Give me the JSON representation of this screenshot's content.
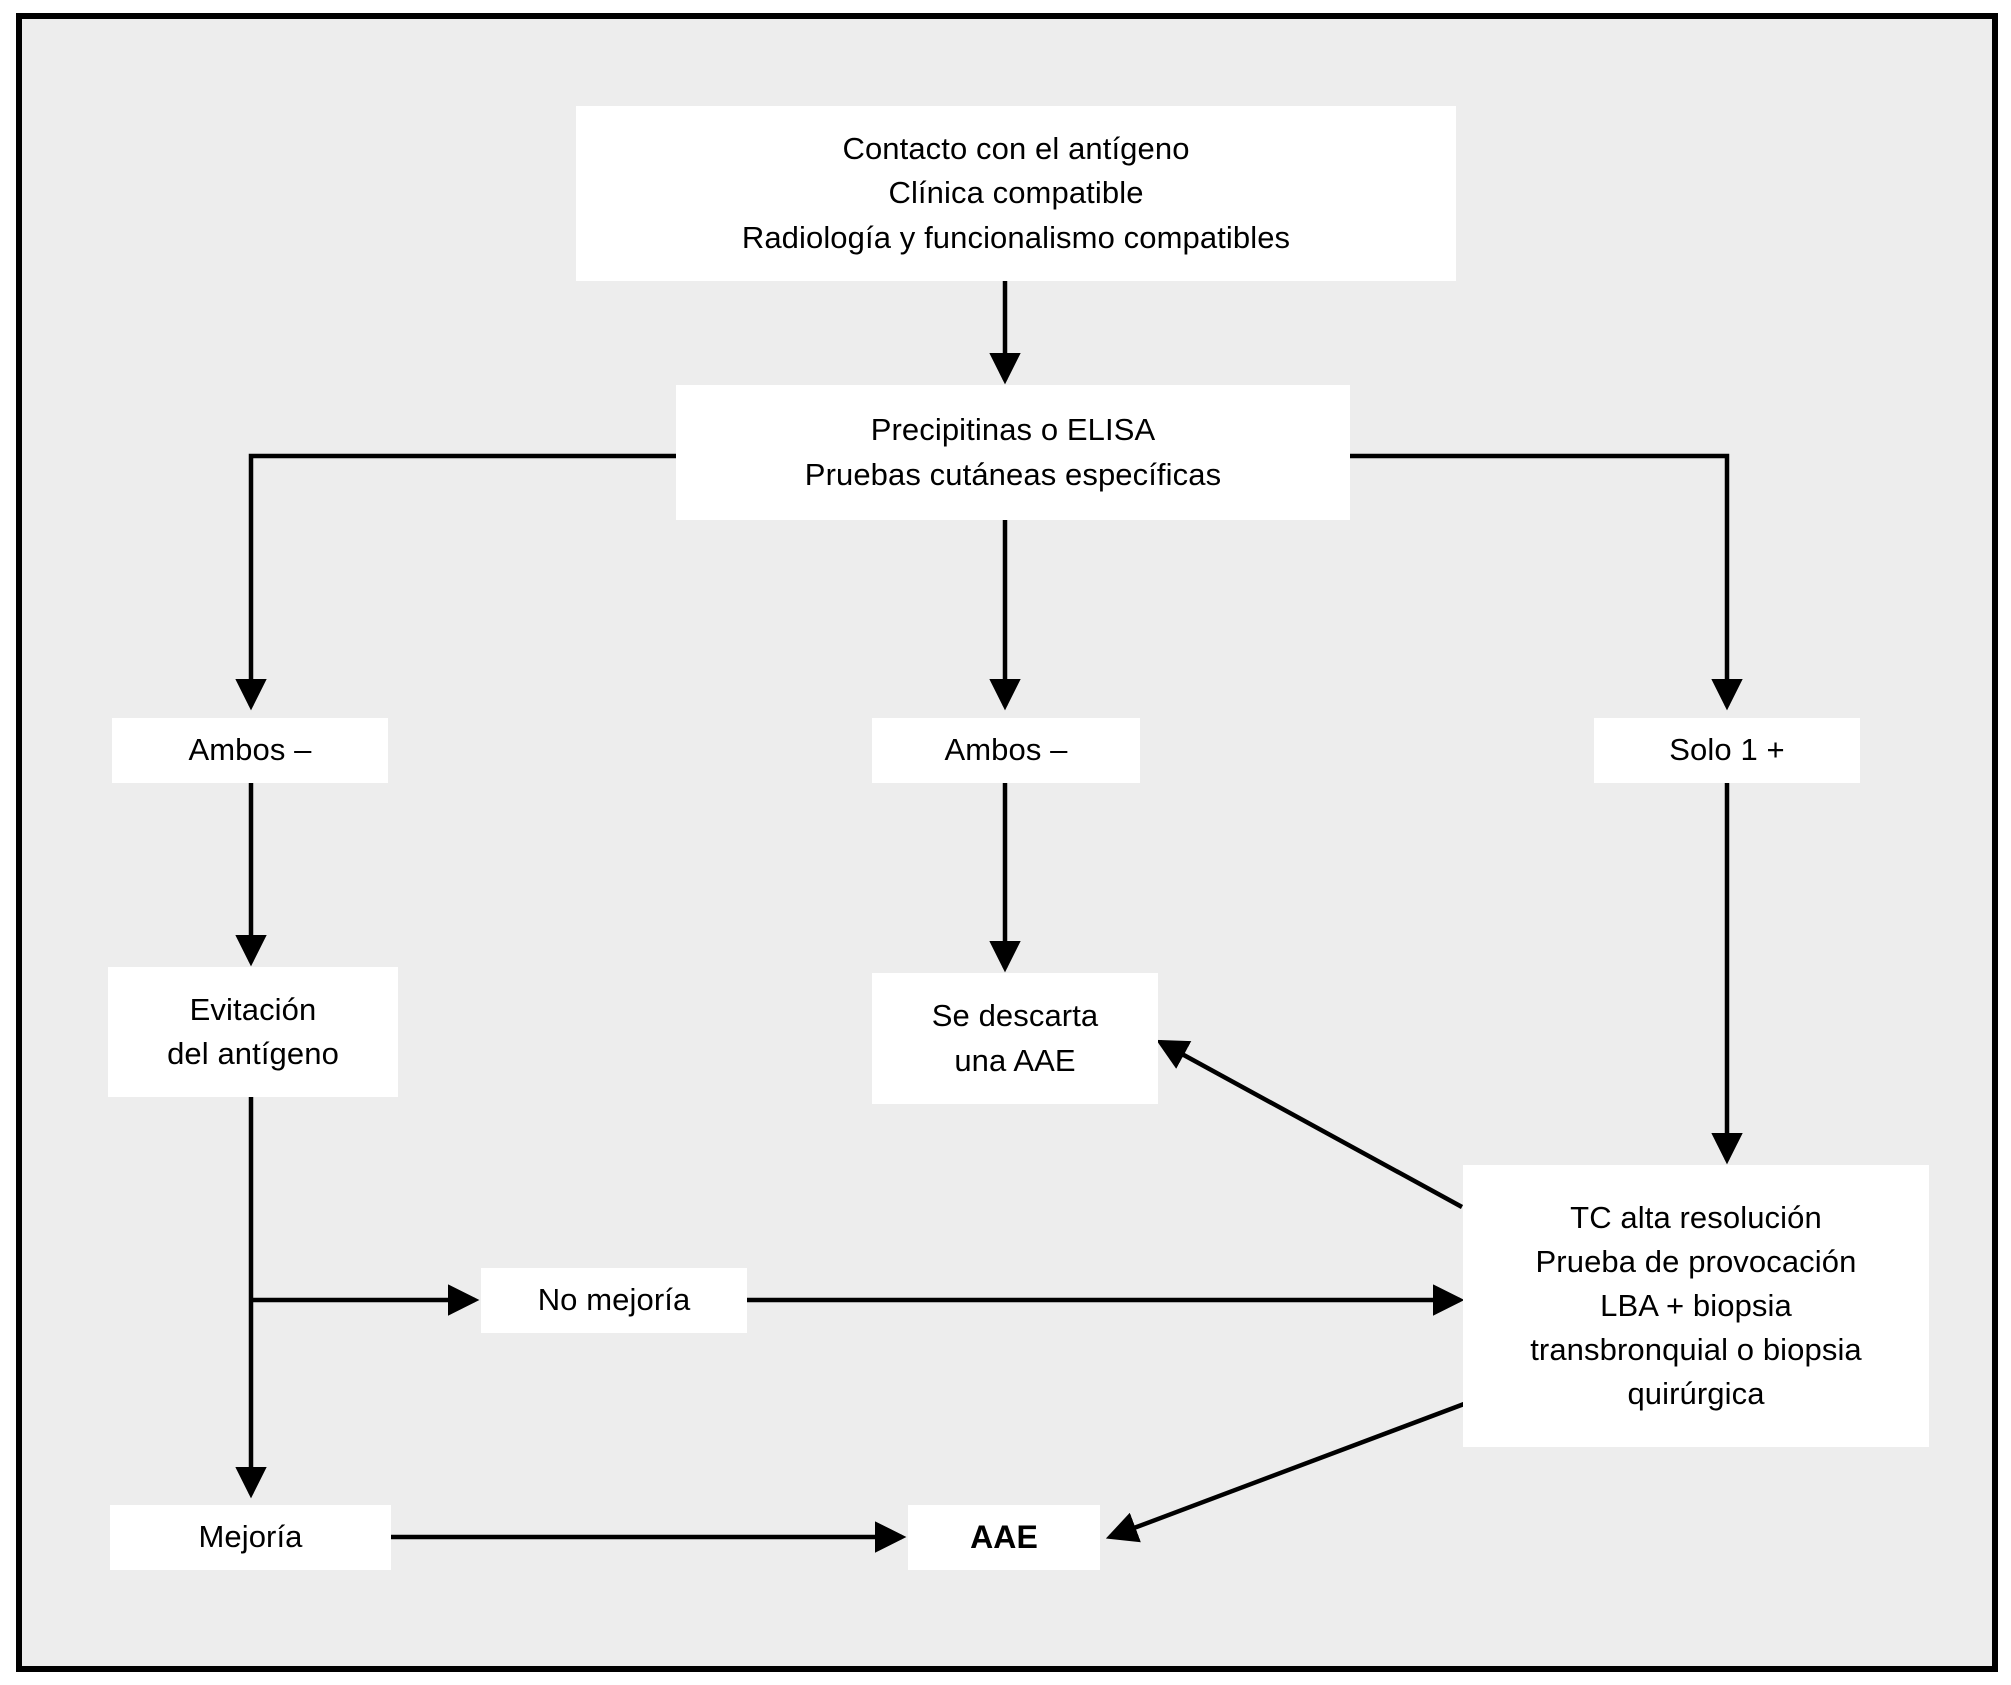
{
  "figure": {
    "kind": "clinical-algorithm-flowchart",
    "language": "es",
    "background_color": "#ededed",
    "page_color": "#ffffff",
    "border_color": "#000000",
    "node_fill": "#ffffff",
    "text_color": "#000000",
    "connector_color": "#000000"
  },
  "nodes": {
    "contacto": {
      "id": "contacto",
      "lines": [
        "Contacto con el antígeno",
        "Clínica compatible",
        "Radiología y funcionalismo compatibles"
      ]
    },
    "precipitinas": {
      "id": "precipitinas",
      "lines": [
        "Precipitinas o ELISA",
        "Pruebas cutáneas específicas"
      ]
    },
    "ambos_izq": {
      "id": "ambos-negativos-izquierda",
      "lines": [
        "Ambos –"
      ]
    },
    "ambos_centro": {
      "id": "ambos-negativos-centro",
      "lines": [
        "Ambos –"
      ]
    },
    "solo1": {
      "id": "solo-1-positivo",
      "lines": [
        "Solo 1 +"
      ]
    },
    "evitacion": {
      "id": "evitacion-del-antigeno",
      "lines": [
        "Evitación",
        "del antígeno"
      ]
    },
    "descarta": {
      "id": "se-descarta-una-aae",
      "lines": [
        "Se descarta",
        "una AAE"
      ]
    },
    "tc": {
      "id": "tc-alta-resolucion",
      "lines": [
        "TC alta resolución",
        "Prueba de provocación",
        "LBA + biopsia",
        "transbronquial o biopsia",
        "quirúrgica"
      ]
    },
    "no_mejoria": {
      "id": "no-mejoria",
      "lines": [
        "No mejoría"
      ]
    },
    "mejoria": {
      "id": "mejoria",
      "lines": [
        "Mejoría"
      ]
    },
    "aae": {
      "id": "aae",
      "lines": [
        "AAE"
      ],
      "bold": true
    }
  },
  "connectors": [
    {
      "id": "contacto-a-precipitinas",
      "from": "contacto",
      "to": "precipitinas",
      "style": "straight-down",
      "arrow": true
    },
    {
      "id": "precipitinas-a-ambos-izq",
      "from": "precipitinas",
      "to": "ambos_izq",
      "style": "elbow-left-down",
      "arrow": true
    },
    {
      "id": "precipitinas-a-ambos-centro",
      "from": "precipitinas",
      "to": "ambos_centro",
      "style": "straight-down",
      "arrow": true
    },
    {
      "id": "precipitinas-a-solo1",
      "from": "precipitinas",
      "to": "solo1",
      "style": "elbow-right-down",
      "arrow": true
    },
    {
      "id": "ambos-izq-a-evitacion",
      "from": "ambos_izq",
      "to": "evitacion",
      "style": "straight-down",
      "arrow": true
    },
    {
      "id": "ambos-centro-a-descarta",
      "from": "ambos_centro",
      "to": "descarta",
      "style": "straight-down",
      "arrow": true
    },
    {
      "id": "solo1-a-tc",
      "from": "solo1",
      "to": "tc",
      "style": "straight-down",
      "arrow": true
    },
    {
      "id": "evitacion-a-no-mejoria",
      "from": "evitacion",
      "to": "no_mejoria",
      "style": "elbow-right",
      "arrow": true
    },
    {
      "id": "evitacion-a-mejoria",
      "from": "evitacion",
      "to": "mejoria",
      "style": "straight-down",
      "arrow": true
    },
    {
      "id": "no-mejoria-a-tc",
      "from": "no_mejoria",
      "to": "tc",
      "style": "straight-right",
      "arrow": true
    },
    {
      "id": "tc-a-descarta",
      "from": "tc",
      "to": "descarta",
      "style": "diagonal-up-left",
      "arrow": true
    },
    {
      "id": "tc-a-aae",
      "from": "tc",
      "to": "aae",
      "style": "diagonal-down-left",
      "arrow": true
    },
    {
      "id": "mejoria-a-aae",
      "from": "mejoria",
      "to": "aae",
      "style": "straight-right",
      "arrow": true
    }
  ]
}
